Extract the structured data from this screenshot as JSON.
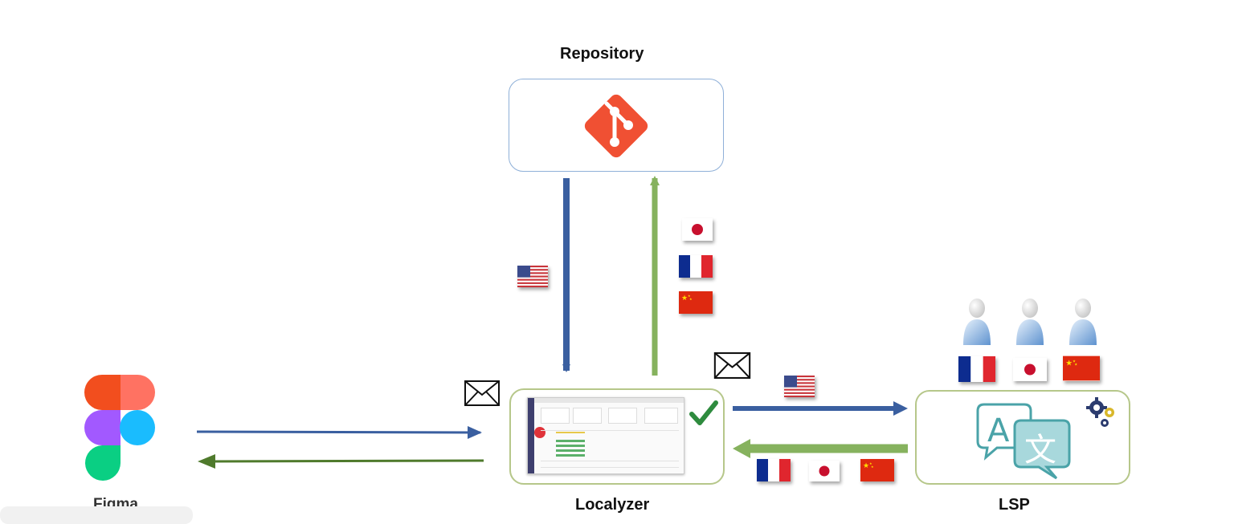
{
  "nodes": {
    "repository": {
      "label": "Repository",
      "icon": "git-icon"
    },
    "figma": {
      "label": "Figma",
      "icon": "figma-icon"
    },
    "localyzer": {
      "label": "Localyzer",
      "icon": "app-screenshot-icon"
    },
    "lsp": {
      "label": "LSP",
      "icon": "translate-icon"
    }
  },
  "flags": {
    "repo_down": [
      "us"
    ],
    "repo_up": [
      "jp",
      "fr",
      "cn"
    ],
    "to_lsp": [
      "us"
    ],
    "from_lsp": [
      "fr",
      "jp",
      "cn"
    ],
    "translators": [
      "fr",
      "jp",
      "cn"
    ]
  },
  "colors": {
    "blue_arrow": "#3a5fa0",
    "green_arrow": "#86b25e",
    "dark_green_arrow": "#4f7a2c",
    "git_orange": "#f05033",
    "check_green": "#2e8b3e"
  }
}
